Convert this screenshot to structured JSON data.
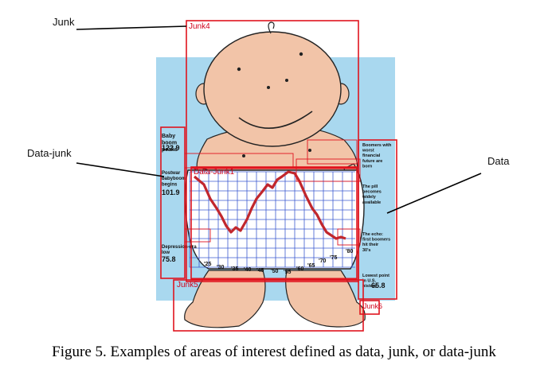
{
  "outside_labels": {
    "junk": "Junk",
    "data_junk": "Data-junk",
    "data": "Data"
  },
  "box_labels": {
    "junk4": "Junk4",
    "data_junk1": "Data-Junk1",
    "junk5": "Junk5",
    "junk6": "Junk6"
  },
  "left_annotations": {
    "peaks_title": "Baby boom peaks",
    "peaks_value": "122.9",
    "postwar_title": "Postwar babyboom begins",
    "postwar_value": "101.9",
    "depression_title": "Depression-era low",
    "depression_value": "75.8"
  },
  "right_annotations": {
    "boomers_text": "Boomers with worst financial future are born",
    "pill_text": "The pill becomes widely available",
    "echo_text": "The echo: first boomers hit their 30's",
    "lowest_title": "Lowest point in U.S. history",
    "lowest_value": "65.8"
  },
  "year_ticks": [
    "'25",
    "'30",
    "'35",
    "'40",
    "'45",
    "'50",
    "'55",
    "'60",
    "'65",
    "'70",
    "'75",
    "'80"
  ],
  "caption": "Figure 5. Examples of areas of interest defined as data, junk, or data-junk",
  "colors": {
    "background_panel": "#a9d8ef",
    "skin": "#f2c4a8",
    "line": "#c1272d",
    "box": "#e0141e",
    "grid": "#3d5bd0"
  }
}
